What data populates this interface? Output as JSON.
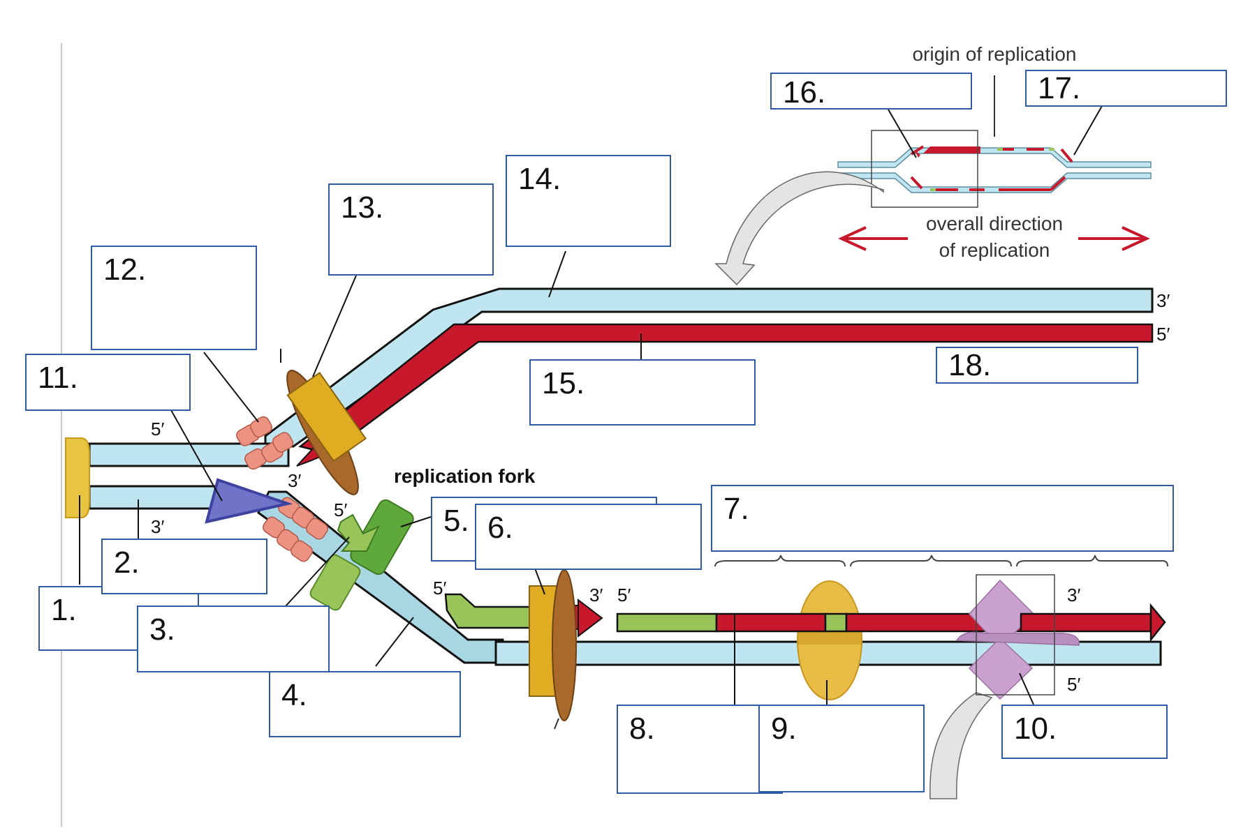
{
  "labels": {
    "origin": "origin of replication",
    "overall_direction_line1": "overall direction",
    "overall_direction_line2": "of replication",
    "replication_fork": "replication fork"
  },
  "ends": {
    "top_template_3": "3′",
    "top_new_5": "5′",
    "left_top_5": "5′",
    "left_top_3": "3′",
    "left_bottom_3": "3′",
    "fork_5": "5′",
    "primer_5": "5′",
    "lagging_3": "3′",
    "lagging_5": "5′",
    "right_3": "3′",
    "right_5": "5′"
  },
  "answer_boxes": [
    "1.",
    "2.",
    "3.",
    "4.",
    "5.",
    "6.",
    "7.",
    "8.",
    "9.",
    "10.",
    "11.",
    "12.",
    "13.",
    "14.",
    "15.",
    "16.",
    "17.",
    "18."
  ],
  "colors": {
    "dna_strand": "#bfe6f0",
    "dna_strand_dark": "#8ec8d6",
    "new_strand": "#c8182c",
    "primer": "#99c45a",
    "polymerase": "#e0ad22",
    "clamp": "#a8692a",
    "helicase": "#6f74c8",
    "ssb": "#eb9282",
    "primase": "#5fa83c",
    "ligase": "#e8bd46",
    "pol_i": "#caa1cf",
    "box_border": "#2f5aa8"
  }
}
